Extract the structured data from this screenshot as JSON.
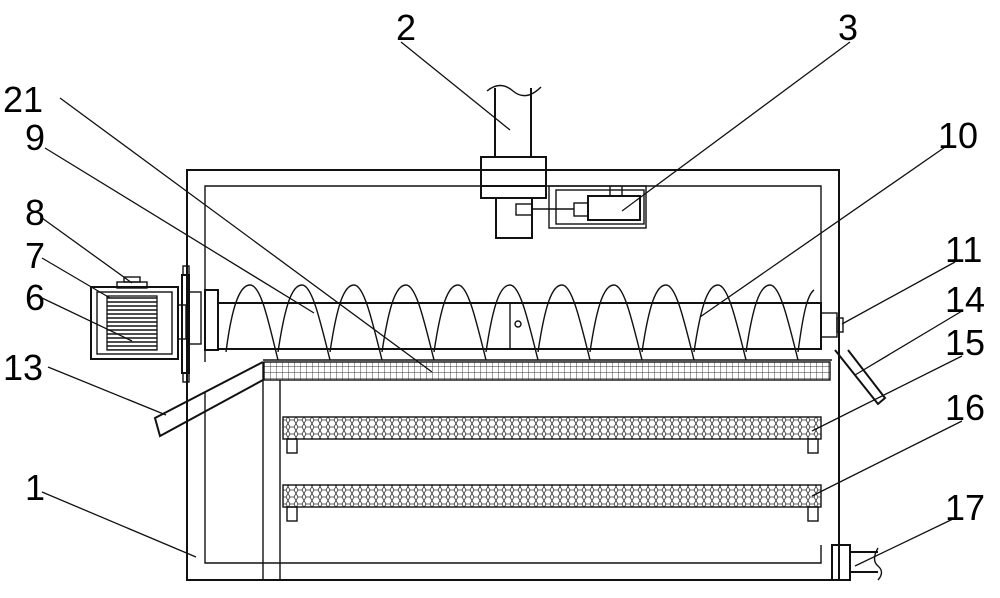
{
  "labels": {
    "l1": "1",
    "l2": "2",
    "l3": "3",
    "l6": "6",
    "l7": "7",
    "l8": "8",
    "l9": "9",
    "l10": "10",
    "l11": "11",
    "l13": "13",
    "l14": "14",
    "l15": "15",
    "l16": "16",
    "l17": "17",
    "l21": "21"
  }
}
